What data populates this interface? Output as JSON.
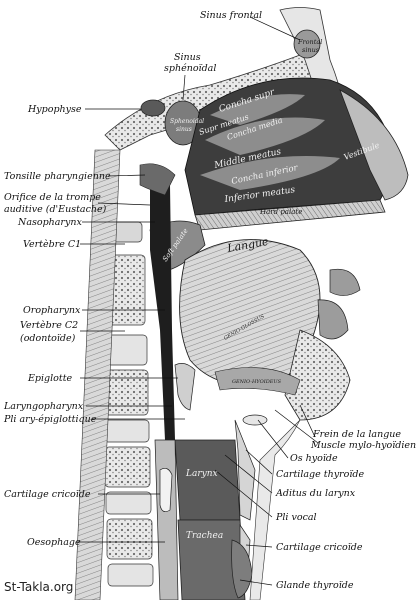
{
  "labels": {
    "sinus_frontal": "Sinus frontal",
    "sinus_sphenoidal_1": "Sinus",
    "sinus_sphenoidal_2": "sphénoïdal",
    "hypophyse": "Hypophyse",
    "tonsille": "Tonsille pharyngienne",
    "orifice_1": "Orifice de la trompe",
    "orifice_2": "auditive (d'Eustache)",
    "nasopharynx": "Nasopharynx",
    "vertebre_c1": "Vertèbre C1",
    "oropharynx": "Oropharynx",
    "vertebre_c2_1": "Vertèbre C2",
    "vertebre_c2_2": "(odontoïde)",
    "epiglotte": "Epiglotte",
    "laryngopharynx": "Laryngopharynx",
    "pli_ary": "Pli ary-épiglottique",
    "cartilage_cricoide_left": "Cartilage cricoïde",
    "oesophage": "Oesophage",
    "frein_langue": "Frein de la langue",
    "muscle_mylo": "Muscle mylo-hyoïdien",
    "os_hyoide": "Os hyoïde",
    "cartilage_thyroide": "Cartilage thyroïde",
    "aditus": "Aditus du larynx",
    "pli_vocal": "Pli vocal",
    "cartilage_cricoide_right": "Cartilage cricoïde",
    "glande_thyroide": "Glande thyroïde"
  },
  "inner_labels": {
    "frontal_sinus_1": "Frontal",
    "frontal_sinus_2": "sinus",
    "sphenoidal_sinus_1": "Sphenoidal",
    "sphenoidal_sinus_2": "sinus",
    "concha_supr": "Concha supr",
    "supr_meatus": "Supr meatus",
    "concha_media": "Concha media",
    "middle_meatus": "Middle meatus",
    "concha_inferior": "Concha inferior",
    "inferior_meatus": "Inferior meatus",
    "vestibule": "Vestibule",
    "hard_palate": "Hard palate",
    "soft_palate": "Soft palate",
    "langue": "Langue",
    "genio_glossus": "GENIO-GLOSSUS",
    "genio_hyoideus": "GENIO-HYOIDEUS",
    "larynx": "Larynx",
    "trachea": "Trachea"
  },
  "watermark": "St-Takla.org"
}
